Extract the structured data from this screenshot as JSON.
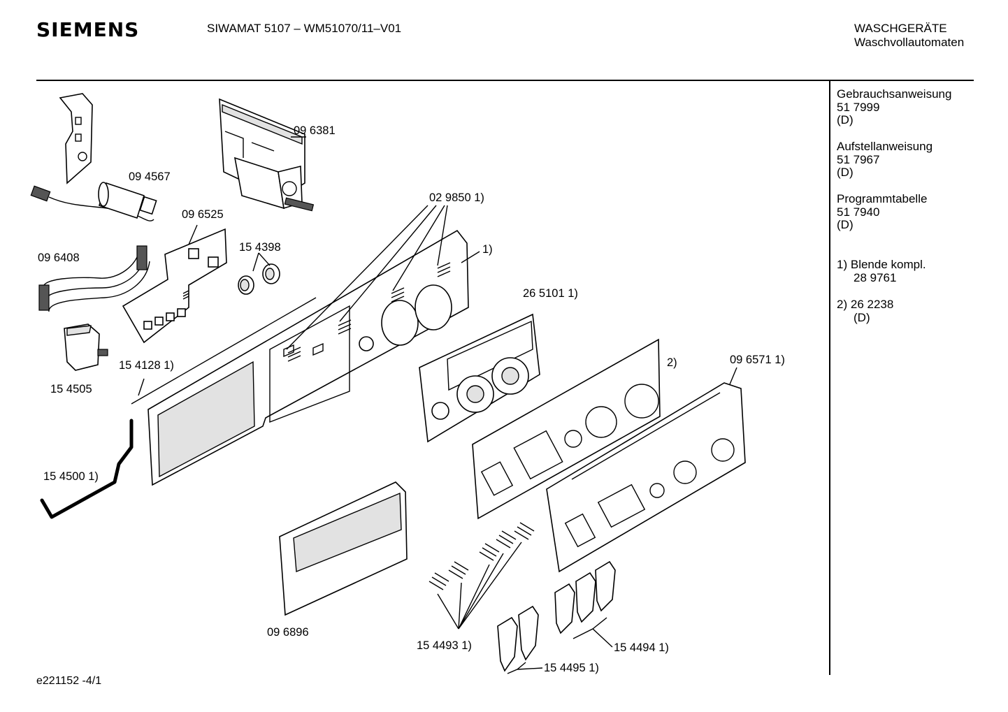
{
  "header": {
    "brand": "SIEMENS",
    "model": "SIWAMAT 5107 – WM51070/11–V01",
    "category_line1": "WASCHGERÄTE",
    "category_line2": "Waschvollautomaten"
  },
  "sidebar": {
    "docs": [
      {
        "title": "Gebrauchsanweisung",
        "number": "51 7999",
        "lang": "(D)"
      },
      {
        "title": "Aufstellanweisung",
        "number": "51 7967",
        "lang": "(D)"
      },
      {
        "title": "Programmtabelle",
        "number": "51 7940",
        "lang": "(D)"
      }
    ],
    "notes": [
      {
        "marker": "1)",
        "text": "Blende kompl.",
        "number": "28 9761"
      },
      {
        "marker": "2)",
        "text": "26 2238",
        "number": "(D)"
      }
    ]
  },
  "labels": {
    "p096381": "09 6381",
    "p094567": "09 4567",
    "p096525": "09 6525",
    "p154398": "15 4398",
    "p096408": "09 6408",
    "p029850": "02 9850 1)",
    "p_note1": "1)",
    "p265101": "26 5101 1)",
    "p_note2": "2)",
    "p096571": "09 6571 1)",
    "p154128": "15 4128 1)",
    "p154505": "15 4505",
    "p154500": "15 4500 1)",
    "p096896": "09 6896",
    "p154493": "15 4493 1)",
    "p154494": "15 4494 1)",
    "p154495": "15 4495 1)"
  },
  "footer": {
    "code": "e221152 -4/1"
  }
}
